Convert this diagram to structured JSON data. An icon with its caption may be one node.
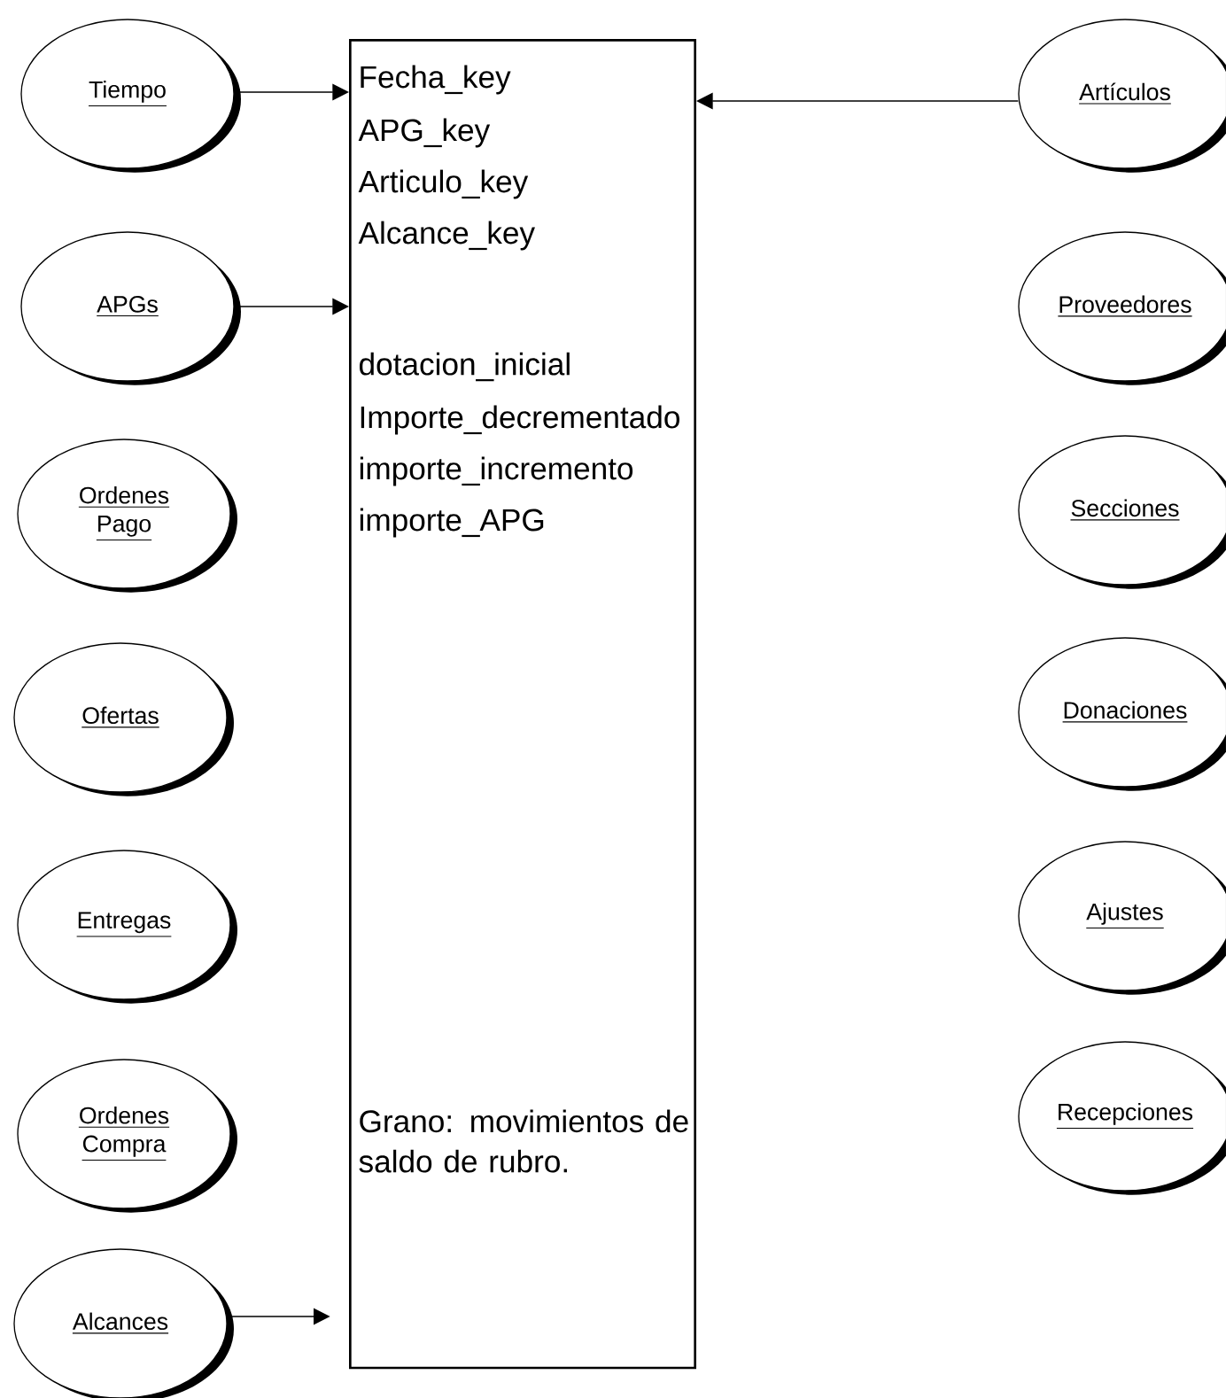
{
  "diagram": {
    "nodes": [
      {
        "text": [
          "Fecha_key",
          "APG_key",
          "Articulo_key",
          "Alcance_key",
          "dotacion_inicial",
          "Importe_decrementado",
          "importe_incremento",
          "importe_APG",
          "Grano: movimientos de saldo de rubro."
        ]
      },
      {
        "text": [
          "Tiempo"
        ]
      },
      {
        "text": [
          "APGs"
        ]
      },
      {
        "text": [
          "Ordenes Pago"
        ]
      },
      {
        "text": [
          "Ofertas"
        ]
      },
      {
        "text": [
          "Entregas"
        ]
      },
      {
        "text": [
          "Ordenes Compra"
        ]
      },
      {
        "text": [
          "Alcances"
        ]
      },
      {
        "text": [
          "Artículos"
        ]
      },
      {
        "text": [
          "Proveedores"
        ]
      },
      {
        "text": [
          "Secciones"
        ]
      },
      {
        "text": [
          "Donaciones"
        ]
      },
      {
        "text": [
          "Ajustes"
        ]
      },
      {
        "text": [
          "Recepciones"
        ]
      }
    ],
    "edges": [
      {
        "from": 1,
        "to": 0,
        "arrow": "to"
      },
      {
        "from": 2,
        "to": 0,
        "arrow": "to"
      },
      {
        "from": 7,
        "to": 0,
        "arrow": "to"
      },
      {
        "from": 8,
        "to": 0,
        "arrow": "to"
      }
    ]
  }
}
